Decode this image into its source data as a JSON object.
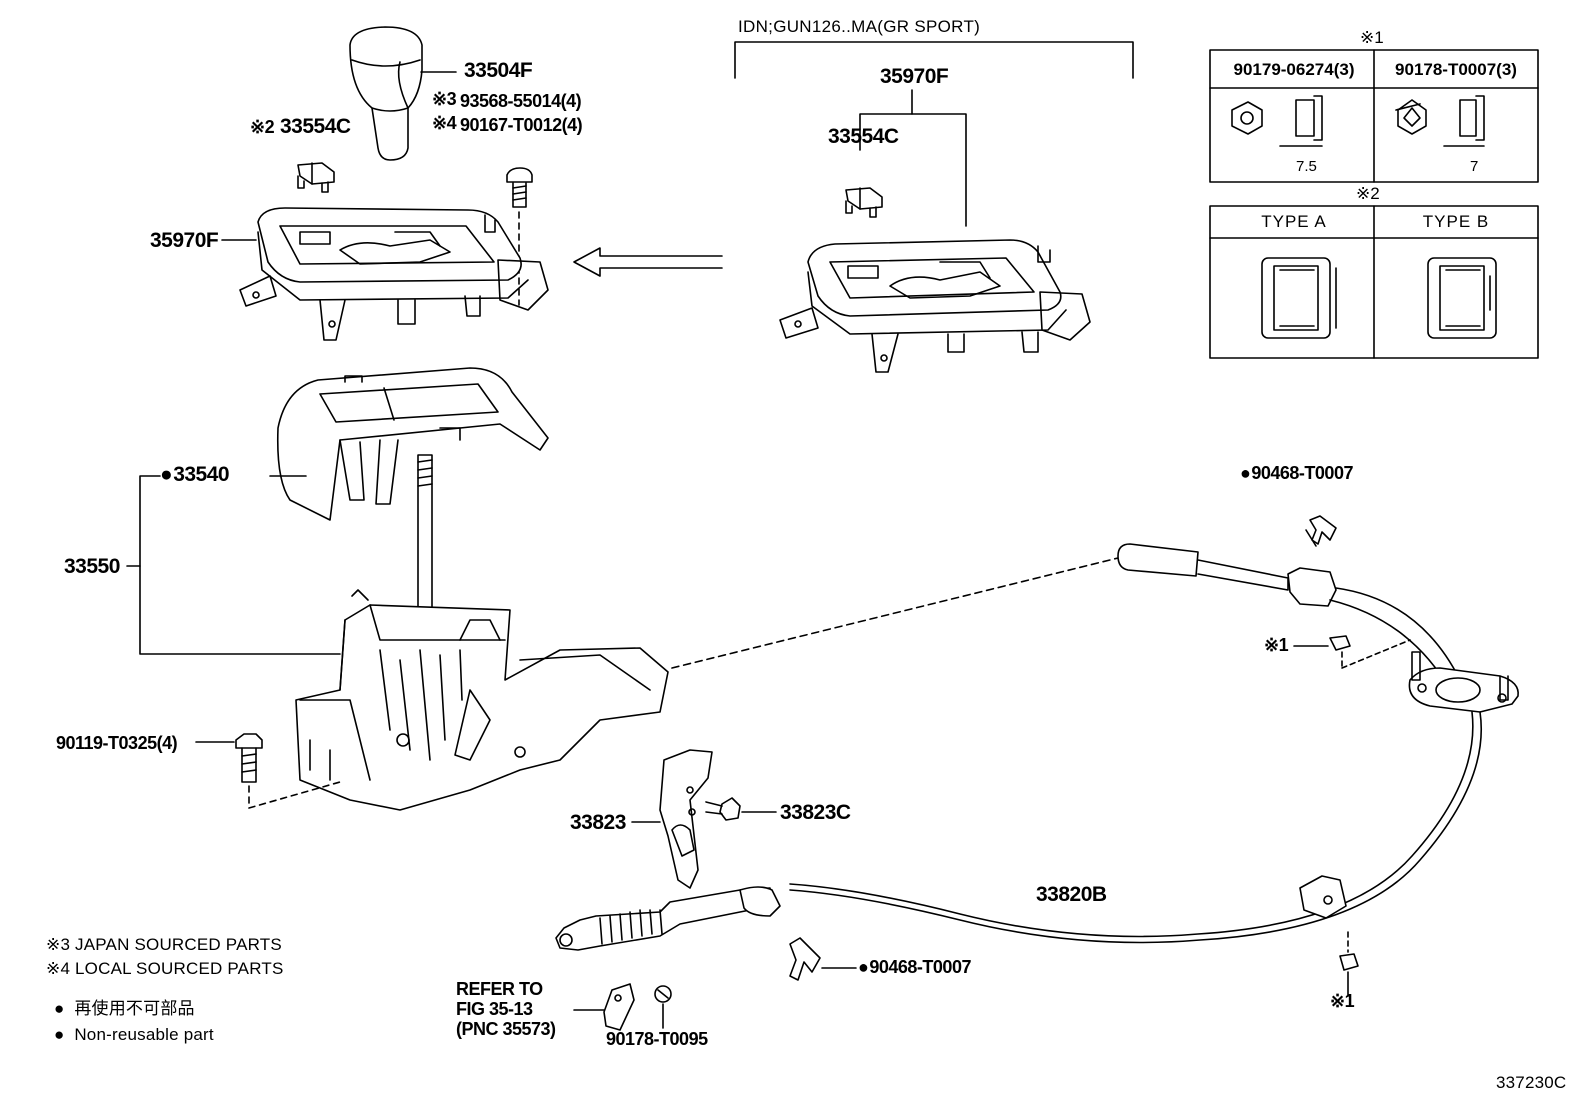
{
  "labels": {
    "knob": "33504F",
    "japan_screw": "93568-55014(4)",
    "japan_mark": "※3",
    "local_screw": "90167-T0012(4)",
    "local_mark": "※4",
    "indicator_left": "33554C",
    "indicator_left_mark": "※2",
    "housing_left": "35970F",
    "variant": "IDN;GUN126..MA(GR SPORT)",
    "housing_right": "35970F",
    "indicator_right": "33554C",
    "cover": "33540",
    "assembly": "33550",
    "bolt": "90119-T0325(4)",
    "bracket": "33823",
    "bracket_bolt": "33823C",
    "clip_top": "90468-T0007",
    "clip_bottom": "90468-T0007",
    "cable": "33820B",
    "nut_mark_1": "※1",
    "nut_mark_2": "※1",
    "nut_lower": "90178-T0095",
    "refer_line1": "REFER TO",
    "refer_line2": "FIG 35-13",
    "refer_line3": "(PNC 35573)"
  },
  "table1": {
    "mark": "※1",
    "col1": "90179-06274(3)",
    "col2": "90178-T0007(3)",
    "dim1": "7.5",
    "dim2": "7"
  },
  "table2": {
    "mark": "※2",
    "col1": "TYPE A",
    "col2": "TYPE B"
  },
  "notes": {
    "japan": "※3 JAPAN SOURCED PARTS",
    "local": "※4 LOCAL SOURCED PARTS",
    "nonreusable_jp": "再使用不可部品",
    "nonreusable_en": "Non-reusable part"
  },
  "figure_id": "337230C"
}
